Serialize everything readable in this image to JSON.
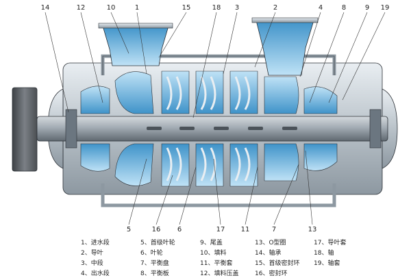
{
  "diagram": {
    "callouts_top": [
      "14",
      "12",
      "10",
      "1",
      "15",
      "18",
      "3",
      "2",
      "4",
      "8",
      "9",
      "19"
    ],
    "callouts_bottom": [
      "5",
      "16",
      "6",
      "17",
      "11",
      "7",
      "13"
    ],
    "colors": {
      "water": "#3f93c9",
      "water_light": "#9fd0ee",
      "metal": "#b9c2c9",
      "metal_dark": "#6b7680",
      "shaft": "#7c8590",
      "coupling": "#5b5f63",
      "outline": "#2a2f35"
    }
  },
  "legend": {
    "items": [
      "1、进水段",
      "5、首级叶轮",
      "9、尾盖",
      "13、O型圈",
      "17、导叶套",
      "2、导叶",
      "6、叶轮",
      "10、填料",
      "14、轴承",
      "18、轴",
      "3、中段",
      "7、平衡盘",
      "11、平衡套",
      "15、首级密封环",
      "19、轴套",
      "4、出水段",
      "8、平衡板",
      "12、填料压盖",
      "16、密封环"
    ]
  }
}
